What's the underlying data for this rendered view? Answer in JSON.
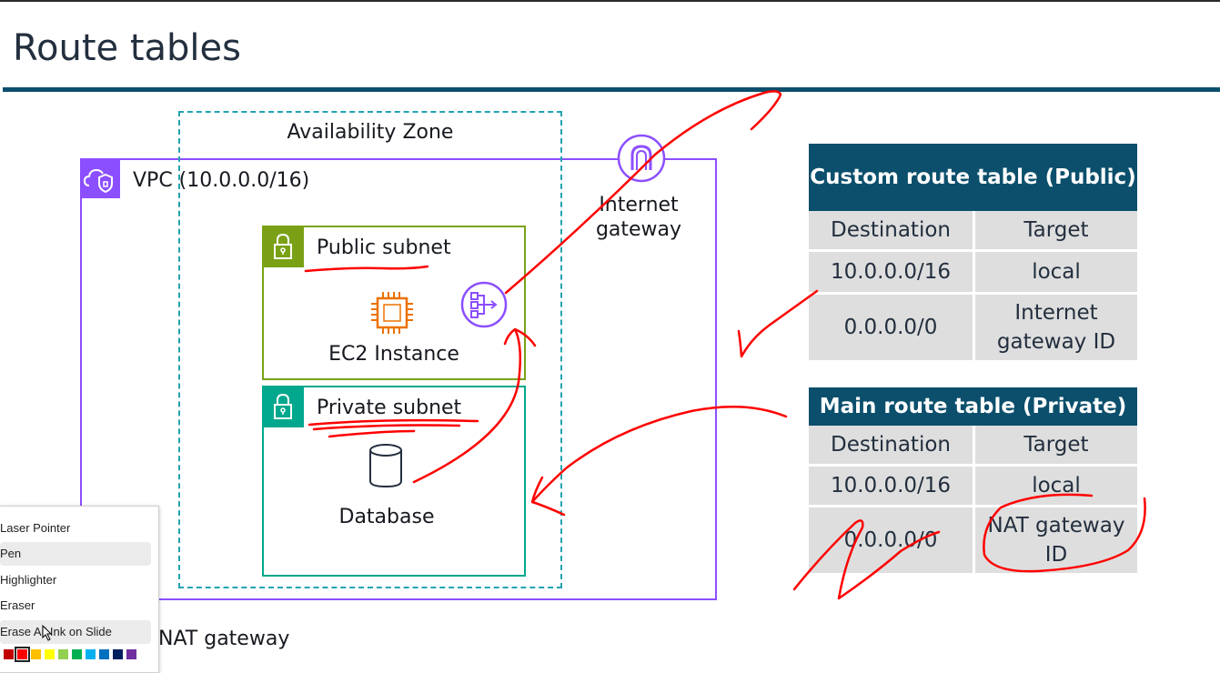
{
  "slide": {
    "title": "Route tables"
  },
  "diagram": {
    "availability_zone": "Availability Zone",
    "vpc": "VPC (10.0.0.0/16)",
    "public_subnet": "Public subnet",
    "ec2": "EC2 Instance",
    "private_subnet": "Private subnet",
    "database": "Database",
    "internet_gateway": "Internet gateway",
    "nat_gateway": "NAT gateway"
  },
  "public_table": {
    "title": "Custom route table (Public)",
    "headers": [
      "Destination",
      "Target"
    ],
    "rows": [
      [
        "10.0.0.0/16",
        "local"
      ],
      [
        "0.0.0.0/0",
        "Internet gateway ID"
      ]
    ]
  },
  "private_table": {
    "title": "Main route table (Private)",
    "headers": [
      "Destination",
      "Target"
    ],
    "rows": [
      [
        "10.0.0.0/16",
        "local"
      ],
      [
        "0.0.0.0/0",
        "NAT gateway ID"
      ]
    ]
  },
  "pen_menu": {
    "items": [
      "Laser Pointer",
      "Pen",
      "Highlighter",
      "Eraser",
      "Erase All Ink on Slide"
    ],
    "selected": "Pen",
    "colors": [
      "#c00000",
      "#ff0000",
      "#ffc000",
      "#ffff00",
      "#92d050",
      "#00b050",
      "#00b0f0",
      "#0070c0",
      "#002060",
      "#7030a0"
    ],
    "selected_color": "#ff0000"
  },
  "colors": {
    "title_rule": "#0b4f6c",
    "vpc": "#8c4fff",
    "public_subnet": "#7aa116",
    "private_subnet": "#01a88d",
    "az": "#23a2b0",
    "table_header": "#0b4f6c",
    "table_cell": "#dedede",
    "ink": "#ff0000"
  }
}
